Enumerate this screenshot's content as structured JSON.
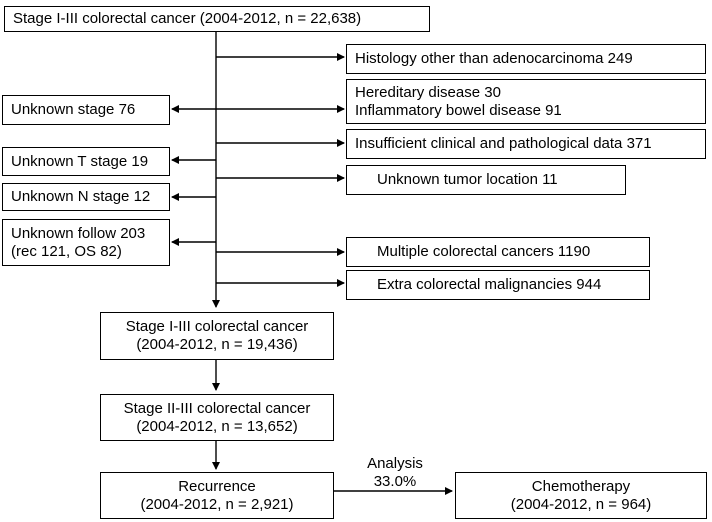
{
  "top_box": {
    "text": "Stage I-III colorectal cancer (2004-2012, n = 22,638)"
  },
  "right_exclusions": [
    {
      "lines": [
        "Histology other than adenocarcinoma 249"
      ]
    },
    {
      "lines": [
        "Hereditary disease 30",
        "Inflammatory bowel disease 91"
      ]
    },
    {
      "lines": [
        "Insufficient clinical and pathological data 371"
      ]
    },
    {
      "lines": [
        "Unknown tumor location 11"
      ]
    },
    {
      "lines": [
        "Multiple colorectal cancers 1190"
      ]
    },
    {
      "lines": [
        "Extra colorectal malignancies 944"
      ]
    }
  ],
  "left_exclusions": [
    {
      "lines": [
        "Unknown stage 76"
      ]
    },
    {
      "lines": [
        "Unknown T stage 19"
      ]
    },
    {
      "lines": [
        "Unknown N stage 12"
      ]
    },
    {
      "lines": [
        "Unknown follow 203",
        "(rec 121, OS 82)"
      ]
    }
  ],
  "cohort_boxes": [
    {
      "lines": [
        "Stage I-III colorectal cancer",
        "(2004-2012, n = 19,436)"
      ]
    },
    {
      "lines": [
        "Stage II-III colorectal cancer",
        "(2004-2012, n = 13,652)"
      ]
    },
    {
      "lines": [
        "Recurrence",
        "(2004-2012, n = 2,921)"
      ]
    }
  ],
  "final_box": {
    "lines": [
      "Chemotherapy",
      "(2004-2012, n = 964)"
    ]
  },
  "arrow_label": {
    "line1": "Analysis",
    "line2": "33.0%"
  }
}
